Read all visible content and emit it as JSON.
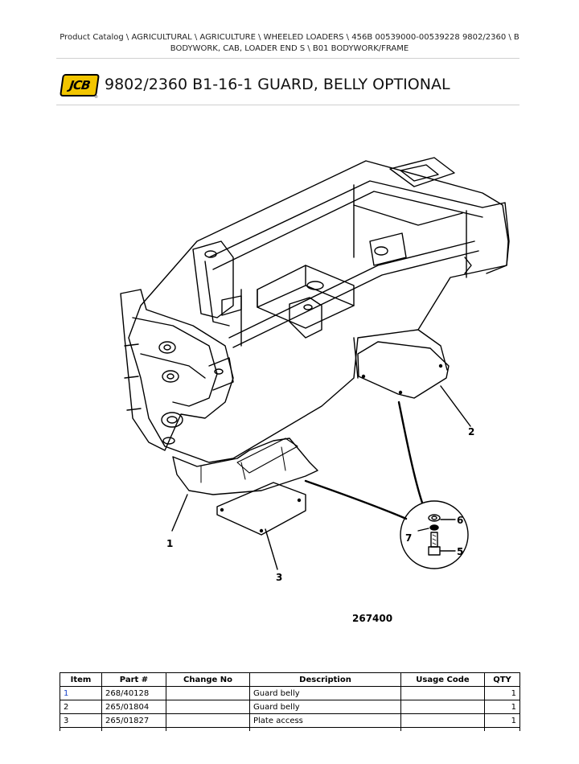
{
  "breadcrumb": {
    "line1": "Product Catalog  \\  AGRICULTURAL  \\  AGRICULTURE  \\  WHEELED LOADERS  \\  456B 00539000-00539228 9802/2360  \\  B",
    "line2": "BODYWORK, CAB, LOADER END S  \\  B01 BODYWORK/FRAME"
  },
  "brand": {
    "logo_text": "JCB",
    "logo_reg": "®",
    "logo_color": "#f2c500"
  },
  "page_title": "9802/2360 B1-16-1 GUARD, BELLY OPTIONAL",
  "diagram": {
    "figure_number": "267400",
    "callouts": [
      "1",
      "2",
      "3",
      "5",
      "6",
      "7"
    ]
  },
  "table": {
    "headers": {
      "item": "Item",
      "part": "Part #",
      "change": "Change No",
      "description": "Description",
      "usage": "Usage Code",
      "qty": "QTY"
    },
    "rows": [
      {
        "item": "1",
        "part": "268/40128",
        "change": "",
        "description": "Guard belly",
        "usage": "",
        "qty": "1"
      },
      {
        "item": "2",
        "part": "265/01804",
        "change": "",
        "description": "Guard belly",
        "usage": "",
        "qty": "1"
      },
      {
        "item": "3",
        "part": "265/01827",
        "change": "",
        "description": "Plate access",
        "usage": "",
        "qty": "1"
      }
    ]
  }
}
